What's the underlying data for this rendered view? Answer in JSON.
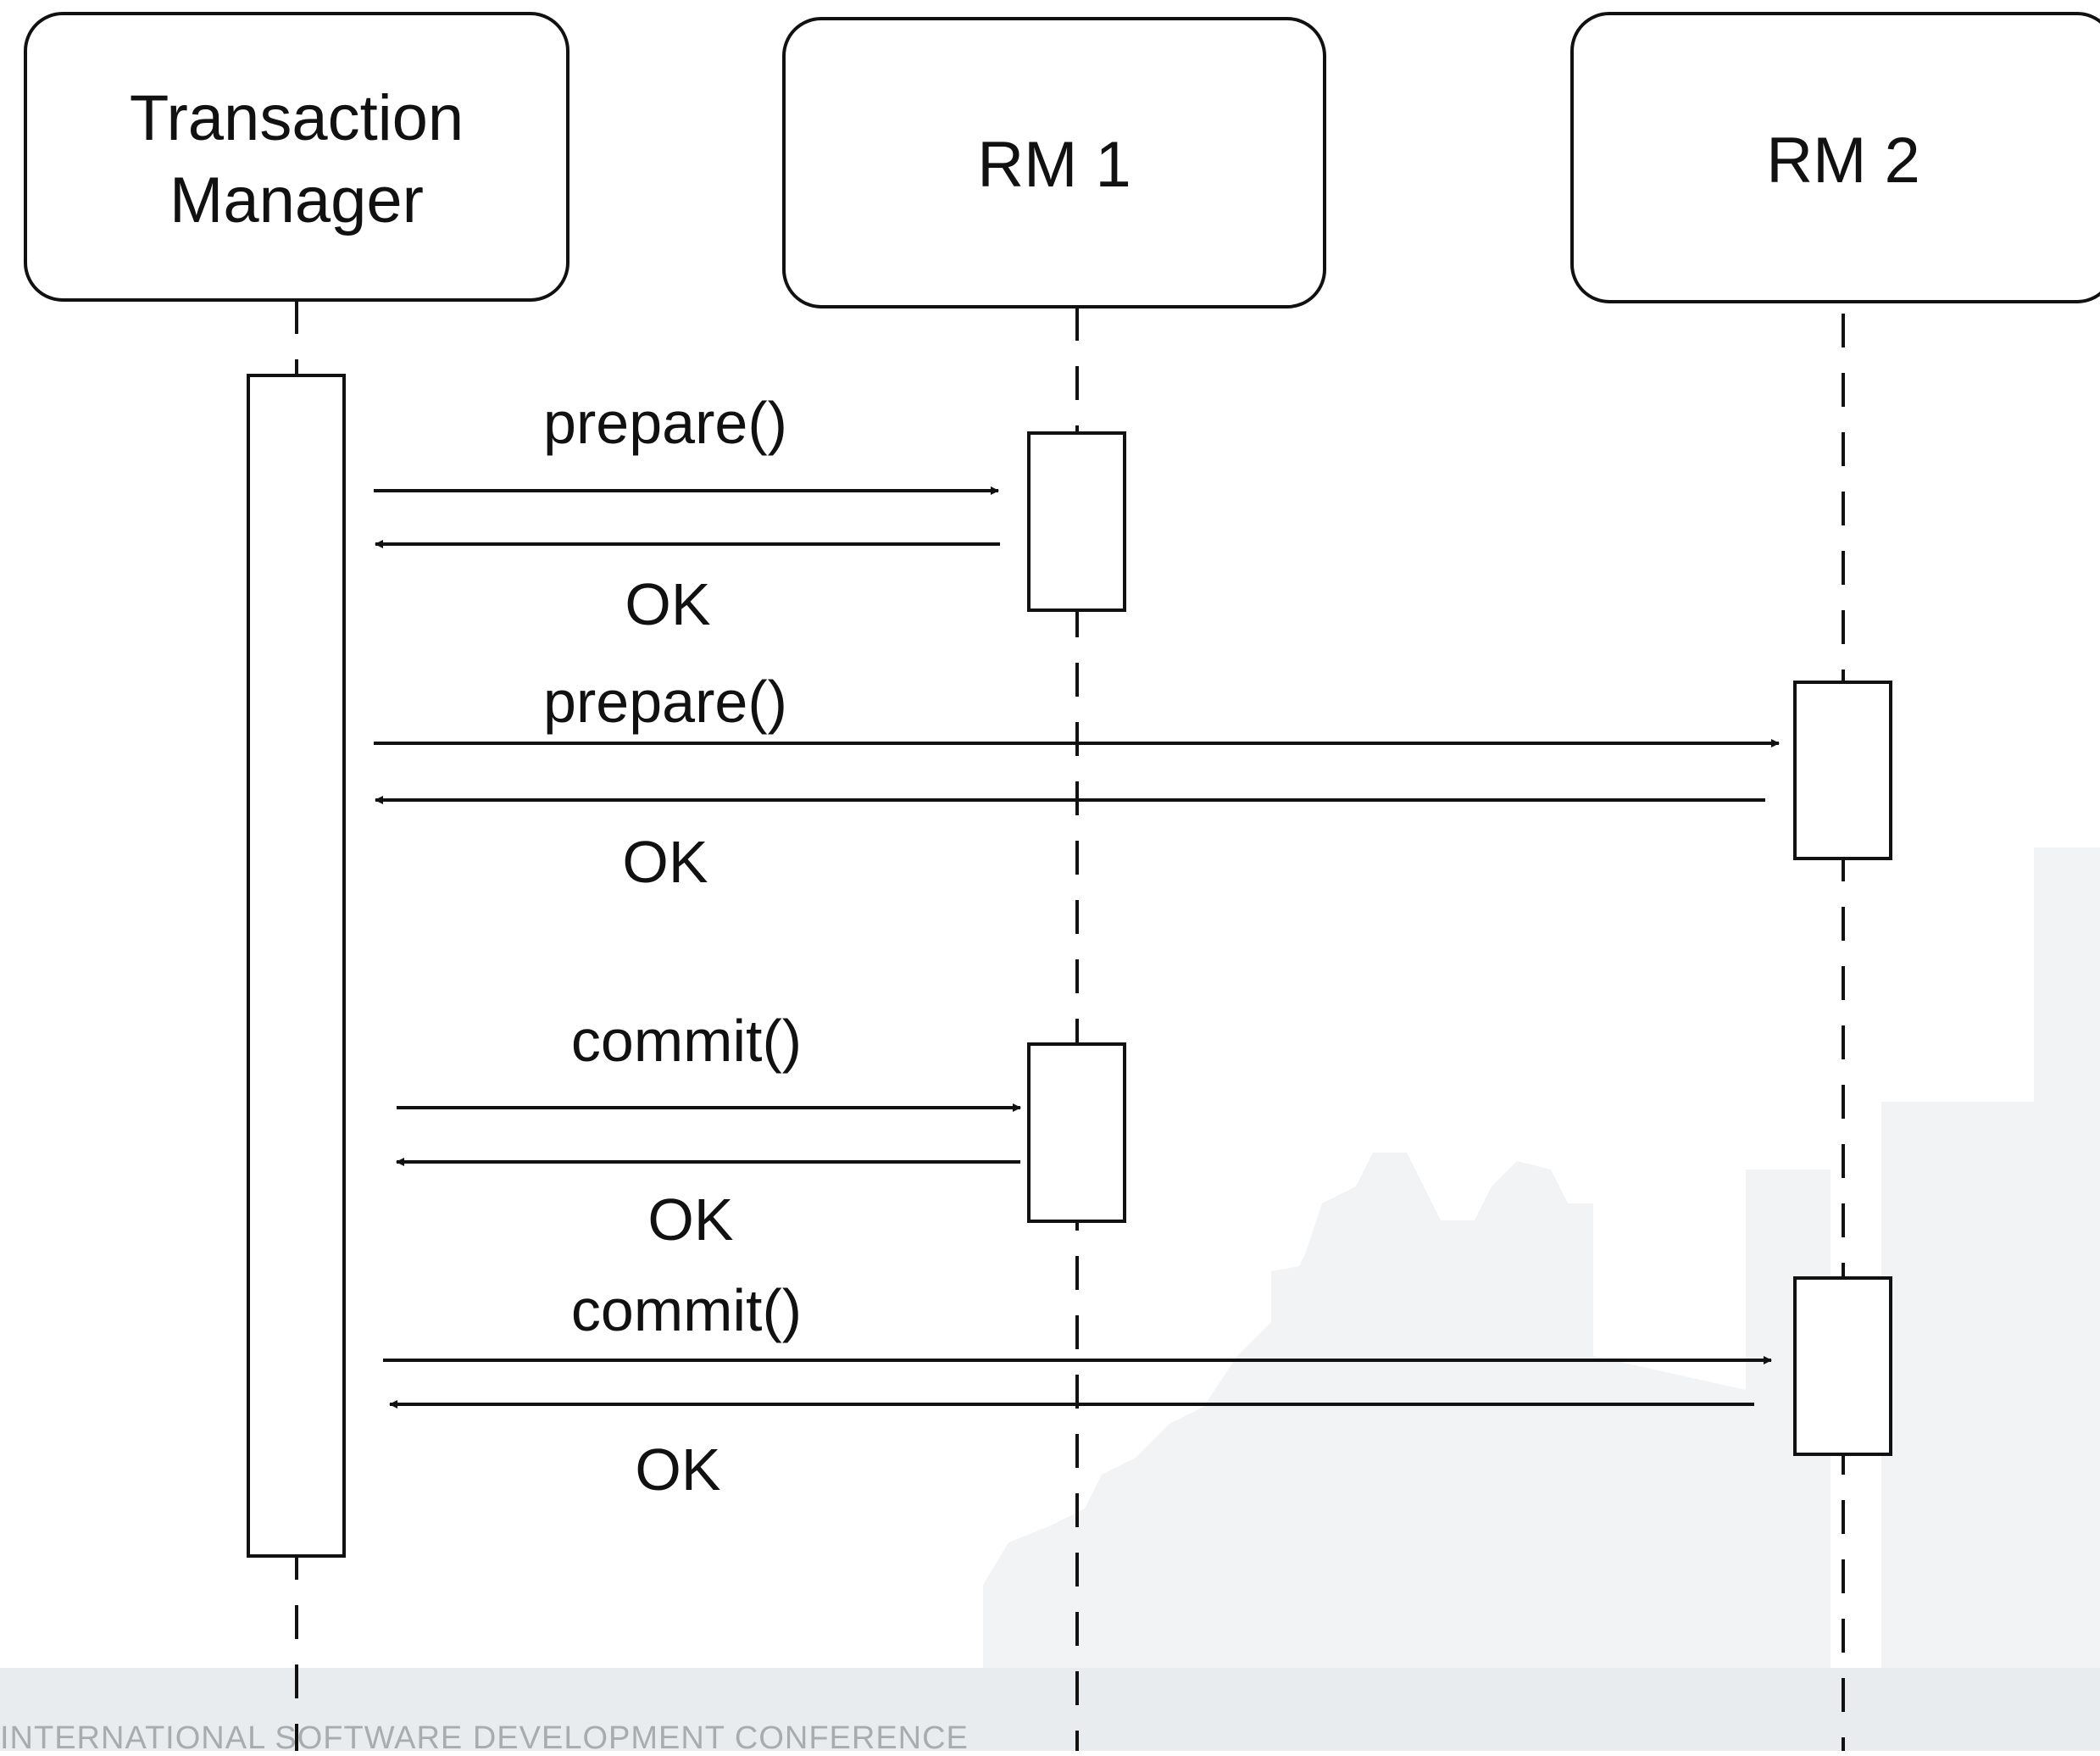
{
  "participants": {
    "transaction_manager": {
      "line1": "Transaction",
      "line2": "Manager"
    },
    "rm1": {
      "label": "RM 1"
    },
    "rm2": {
      "label": "RM 2"
    }
  },
  "messages": [
    {
      "label": "prepare()",
      "reply": "OK"
    },
    {
      "label": "prepare()",
      "reply": "OK"
    },
    {
      "label": "commit()",
      "reply": "OK"
    },
    {
      "label": "commit()",
      "reply": "OK"
    }
  ],
  "footer": {
    "text": "INTERNATIONAL SOFTWARE DEVELOPMENT CONFERENCE"
  },
  "colors": {
    "line": "#111111",
    "footer_band": "#e9ecee",
    "footer_text": "#a7acb0",
    "watermark": "#f1f3f5"
  }
}
